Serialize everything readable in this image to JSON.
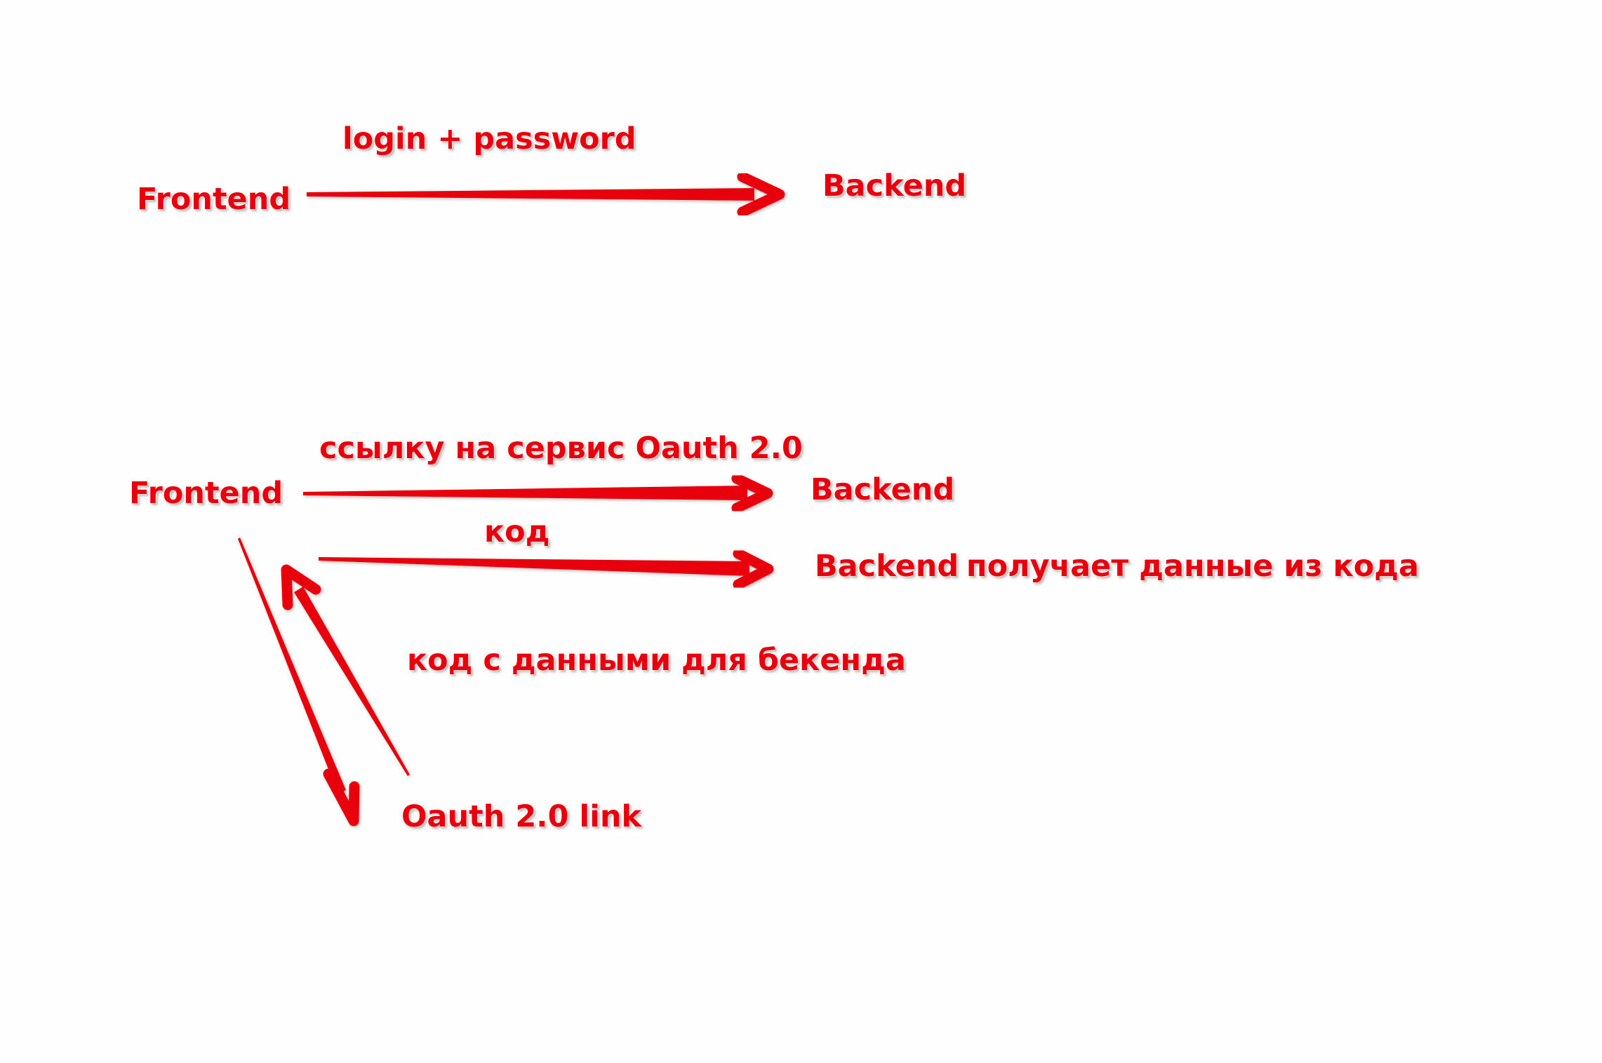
{
  "diagram": {
    "scheme_1": {
      "source_label": "Frontend",
      "edge_label": "login + password",
      "target_label": "Backend"
    },
    "scheme_2": {
      "source_label": "Frontend",
      "edge_link_label": "ссылку на сервис Oauth 2.0",
      "target_1_label": "Backend",
      "edge_code_label": "код",
      "target_2_label": "Backend",
      "target_2_note": "получает данные из кода",
      "return_edge_label": "код с данными для бекенда",
      "oauth_node_label": "Oauth 2.0 link"
    },
    "colors": {
      "accent": "#e8000d",
      "background": "#fefefe"
    }
  }
}
